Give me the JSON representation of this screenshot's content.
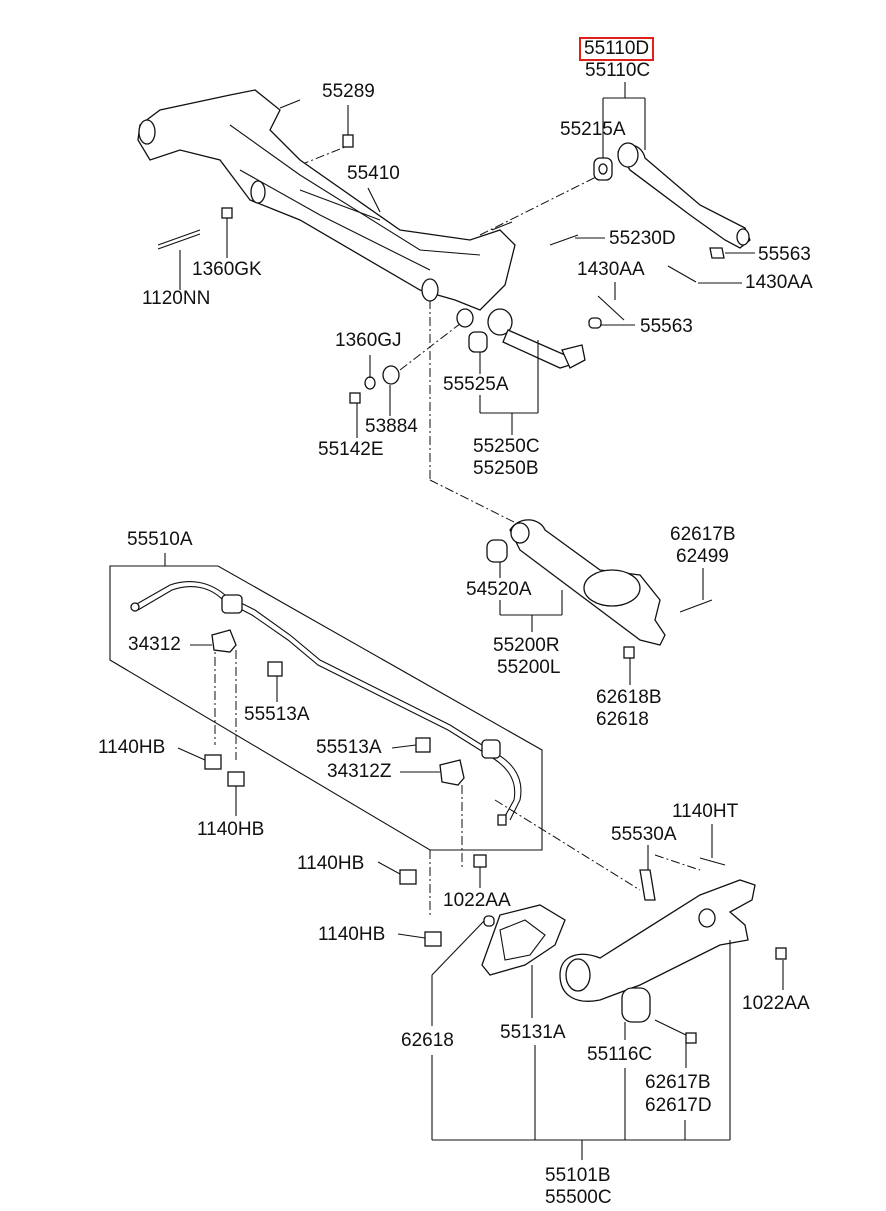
{
  "highlight": {
    "part": "55110D",
    "color": "#e0201b"
  },
  "labels": {
    "p55110D": "55110D",
    "p55110C": "55110C",
    "p55289": "55289",
    "p55215A": "55215A",
    "p55410": "55410",
    "p55230D": "55230D",
    "p55563a": "55563",
    "p1360GK": "1360GK",
    "p1430AAa": "1430AA",
    "p1430AAb": "1430AA",
    "p1120NN": "1120NN",
    "p55563b": "55563",
    "p1360GJ": "1360GJ",
    "p55525A": "55525A",
    "p53884": "53884",
    "p55142E": "55142E",
    "p55250C": "55250C",
    "p55250B": "55250B",
    "p55510A": "55510A",
    "p62617B": "62617B",
    "p62499": "62499",
    "p54520A": "54520A",
    "p34312": "34312",
    "p55200R": "55200R",
    "p55200L": "55200L",
    "p55513Aa": "55513A",
    "p62618B": "62618B",
    "p62618a": "62618",
    "p1140HBa": "1140HB",
    "p55513Ab": "55513A",
    "p34312Z": "34312Z",
    "p1140HBb": "1140HB",
    "p1140HT": "1140HT",
    "p55530A": "55530A",
    "p1140HBc": "1140HB",
    "p1022AAa": "1022AA",
    "p1140HBd": "1140HB",
    "p1022AAb": "1022AA",
    "p62618b": "62618",
    "p55131A": "55131A",
    "p55116C": "55116C",
    "p62617Bb": "62617B",
    "p62617D": "62617D",
    "p55101B": "55101B",
    "p55500C": "55500C"
  }
}
